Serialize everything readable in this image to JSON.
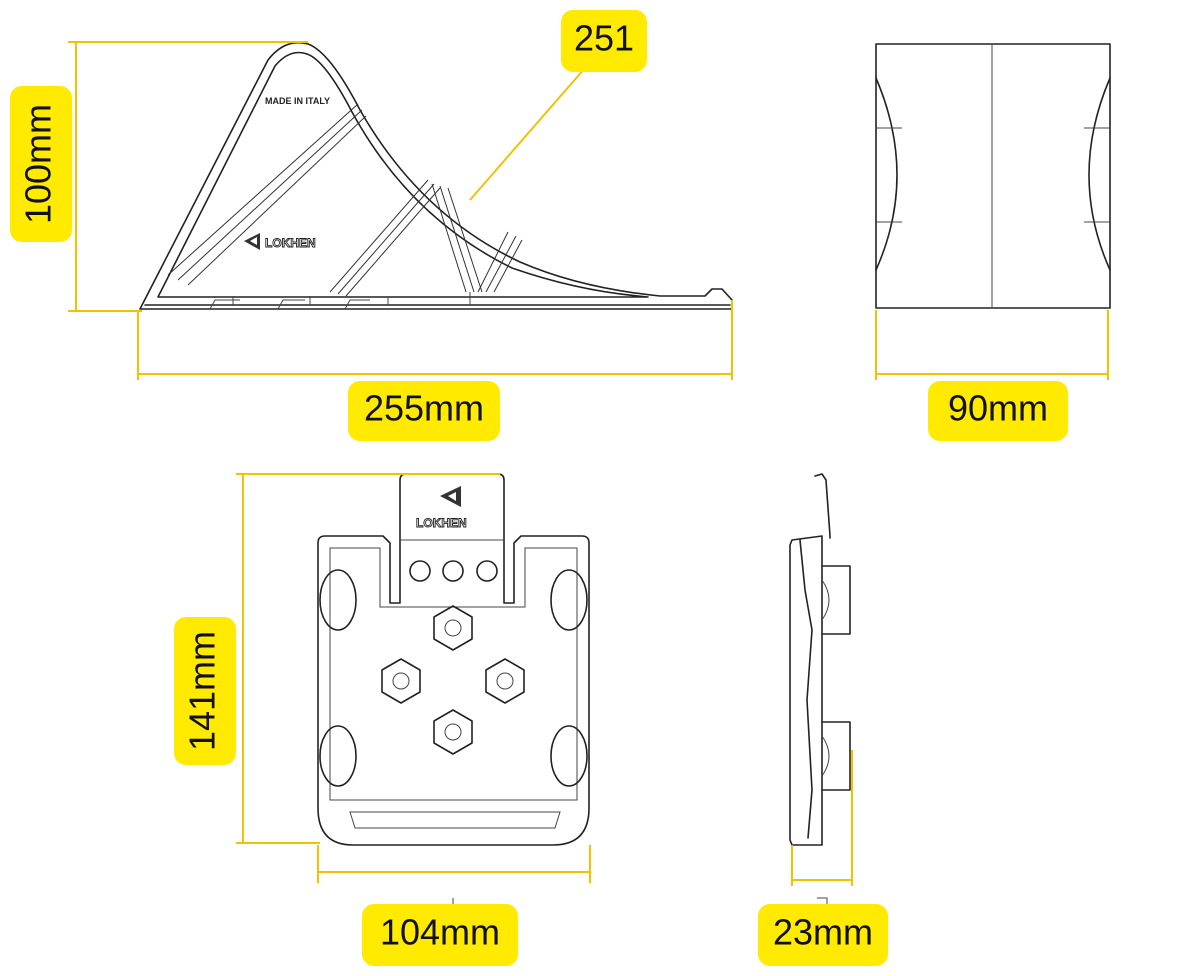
{
  "dimensions": {
    "height": "100mm",
    "length": "255mm",
    "width": "90mm",
    "plate_height": "141mm",
    "plate_width": "104mm",
    "plate_depth": "23mm",
    "callout": "251"
  },
  "product": {
    "origin_text": "MADE IN ITALY",
    "brand": "LOKHEN"
  },
  "colors": {
    "label_background": "#ffea00",
    "dimension_line": "#f2c200",
    "drawing": "#222222"
  },
  "icons": {
    "brand_mark": "triangle-logo-icon"
  }
}
